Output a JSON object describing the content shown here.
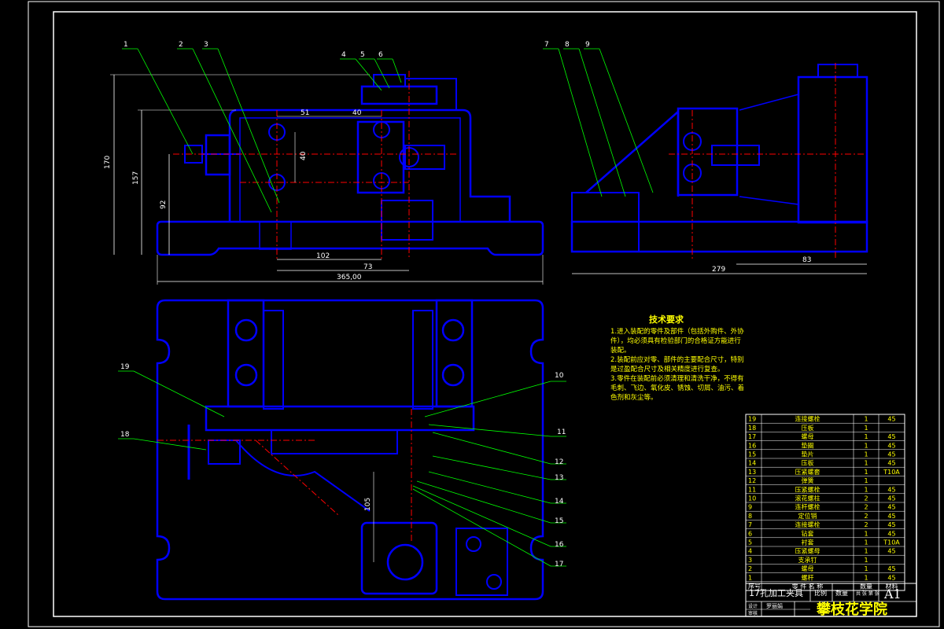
{
  "balloons": [
    "1",
    "2",
    "3",
    "4",
    "5",
    "6",
    "7",
    "8",
    "9",
    "10",
    "11",
    "12",
    "13",
    "14",
    "15",
    "16",
    "17",
    "18",
    "19"
  ],
  "dimensions": {
    "d170": "170",
    "d157": "157",
    "d92": "92",
    "d51": "51",
    "d40a": "40",
    "d40b": "40",
    "d102": "102",
    "d73": "73",
    "d365": "365,00",
    "d279": "279",
    "d83": "83",
    "d105": "105"
  },
  "tech_requirements": {
    "title": "技术要求",
    "lines": [
      "1.进入装配的零件及部件（包括外购件、外协",
      "件），均必须具有检验部门的合格证方能进行",
      "装配。",
      "2.装配前应对零、部件的主要配合尺寸，特别",
      "是过盈配合尺寸及相关精度进行复查。",
      "3.零件在装配前必须清理和清洗干净，不得有",
      "毛刺、飞边、氧化皮、锈蚀、切屑、油污、着",
      "色剂和灰尘等。"
    ]
  },
  "parts_list": {
    "rows": [
      {
        "no": "19",
        "name": "连接螺栓",
        "qty": "1",
        "mat": "45"
      },
      {
        "no": "18",
        "name": "压板",
        "qty": "1",
        "mat": ""
      },
      {
        "no": "17",
        "name": "螺母",
        "qty": "1",
        "mat": "45"
      },
      {
        "no": "16",
        "name": "垫圈",
        "qty": "1",
        "mat": "45"
      },
      {
        "no": "15",
        "name": "垫片",
        "qty": "1",
        "mat": "45"
      },
      {
        "no": "14",
        "name": "压板",
        "qty": "1",
        "mat": "45"
      },
      {
        "no": "13",
        "name": "压紧螺套",
        "qty": "1",
        "mat": "T10A"
      },
      {
        "no": "12",
        "name": "弹簧",
        "qty": "1",
        "mat": ""
      },
      {
        "no": "11",
        "name": "压紧螺栓",
        "qty": "1",
        "mat": "45"
      },
      {
        "no": "10",
        "name": "滚花螺柱",
        "qty": "2",
        "mat": "45"
      },
      {
        "no": "9",
        "name": "连杆螺栓",
        "qty": "2",
        "mat": "45"
      },
      {
        "no": "8",
        "name": "定位销",
        "qty": "2",
        "mat": "45"
      },
      {
        "no": "7",
        "name": "连接螺栓",
        "qty": "2",
        "mat": "45"
      },
      {
        "no": "6",
        "name": "钻套",
        "qty": "1",
        "mat": "45"
      },
      {
        "no": "5",
        "name": "衬套",
        "qty": "1",
        "mat": "T10A"
      },
      {
        "no": "4",
        "name": "压紧螺母",
        "qty": "1",
        "mat": "45"
      },
      {
        "no": "3",
        "name": "支承钉",
        "qty": "1",
        "mat": ""
      },
      {
        "no": "2",
        "name": "螺母",
        "qty": "1",
        "mat": "45"
      },
      {
        "no": "1",
        "name": "螺杆",
        "qty": "1",
        "mat": "45"
      }
    ],
    "header": {
      "no": "序号",
      "name": "零 件 名 称",
      "qty": "数量",
      "mat": "材料"
    }
  },
  "title_block": {
    "drawing_title": "17孔加工夹具",
    "scale_label": "比例",
    "qty_label": "数量",
    "sheet_label": "共 张 第 张",
    "sheet_size": "A1",
    "designer_label": "设计",
    "designer": "罗丽娟",
    "checker_label": "审核",
    "school": "攀枝花学院"
  },
  "colors": {
    "background": "#000000",
    "part_outline": "#0000ff",
    "leader": "#00ff00",
    "centerline": "#ff0000",
    "text_yellow": "#ffff00",
    "text_white": "#ffffff"
  }
}
